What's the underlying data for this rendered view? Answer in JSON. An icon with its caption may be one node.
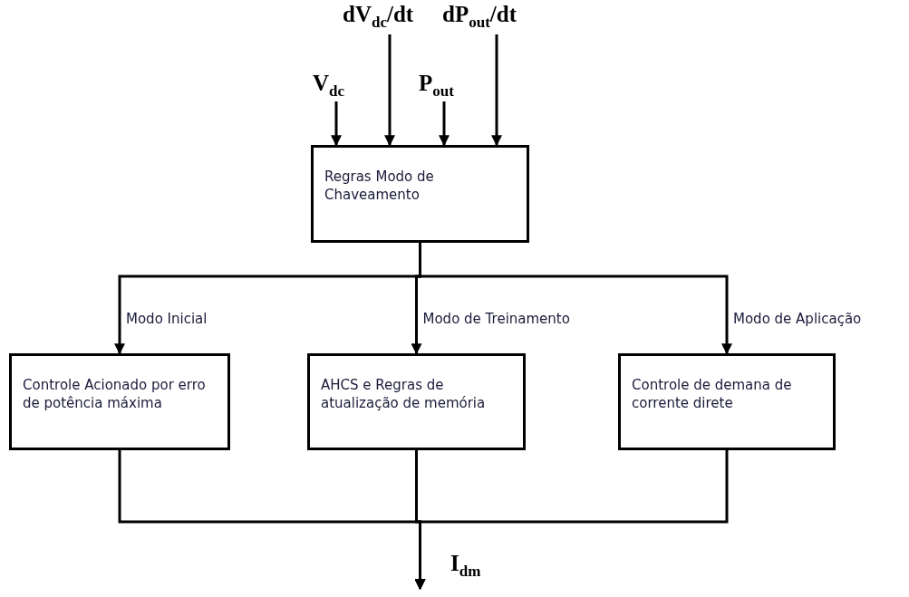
{
  "diagram": {
    "nodes": [
      {
        "text": [
          "V$_{dc}$"
        ]
      },
      {
        "text": [
          "dV$_{dc}$/dt"
        ]
      },
      {
        "text": [
          "P$_{out}$"
        ]
      },
      {
        "text": [
          "dP$_{out}$/dt"
        ]
      },
      {
        "text": [
          "Regras Modo de Chaveamento"
        ]
      },
      {
        "text": [
          "Controle Acionado por erro de potência máxima"
        ]
      },
      {
        "text": [
          "AHCS e Regras de atualização de memória"
        ]
      },
      {
        "text": [
          "Controle de demana de corrente direte"
        ]
      },
      {
        "text": [
          "I$_{dm}$"
        ]
      }
    ],
    "edges": [
      {
        "from": 0,
        "to": 4,
        "arrow": "to"
      },
      {
        "from": 1,
        "to": 4,
        "arrow": "to"
      },
      {
        "from": 2,
        "to": 4,
        "arrow": "to"
      },
      {
        "from": 3,
        "to": 4,
        "arrow": "to"
      },
      {
        "from": 4,
        "to": 5,
        "arrow": "to",
        "label": "Modo Inicial"
      },
      {
        "from": 4,
        "to": 6,
        "arrow": "to",
        "label": "Modo de Treinamento"
      },
      {
        "from": 4,
        "to": 7,
        "arrow": "to",
        "label": "Modo de Aplicação"
      },
      {
        "from": 5,
        "to": 8,
        "arrow": "to"
      },
      {
        "from": 6,
        "to": 8,
        "arrow": "to"
      },
      {
        "from": 7,
        "to": 8,
        "arrow": "to"
      }
    ]
  }
}
